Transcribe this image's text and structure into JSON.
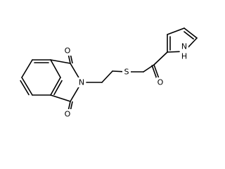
{
  "molecule": {
    "atoms": [
      {
        "id": "O1",
        "symbol": "O"
      },
      {
        "id": "N1",
        "symbol": "N"
      },
      {
        "id": "O2",
        "symbol": "O"
      },
      {
        "id": "S1",
        "symbol": "S"
      },
      {
        "id": "O3",
        "symbol": "O"
      },
      {
        "id": "NH",
        "symbol": "N",
        "h_label": "H"
      }
    ]
  }
}
